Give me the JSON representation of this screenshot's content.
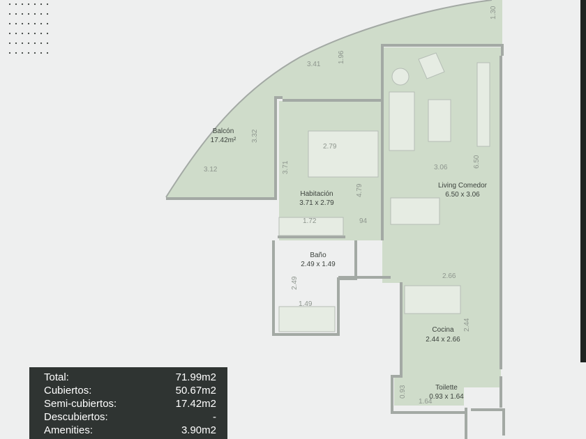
{
  "rooms": [
    {
      "id": "balcon",
      "name": "Balcón",
      "size": "17.42m²"
    },
    {
      "id": "habitacion",
      "name": "Habitación",
      "size": "3.71 x 2.79"
    },
    {
      "id": "living",
      "name": "Living Comedor",
      "size": "6.50 x 3.06"
    },
    {
      "id": "bano",
      "name": "Baño",
      "size": "2.49 x 1.49"
    },
    {
      "id": "cocina",
      "name": "Cocina",
      "size": "2.44 x 2.66"
    },
    {
      "id": "toilette",
      "name": "Toilette",
      "size": "0.93 x 1.64"
    }
  ],
  "dimensions": [
    "3.41",
    "1.96",
    "1.30",
    "3.32",
    "3.12",
    "2.79",
    "3.71",
    "4.79",
    "3.06",
    "6.50",
    "1.72",
    "94",
    "2.66",
    "2.49",
    "1.49",
    "2.44",
    "0.93",
    "1.64"
  ],
  "summary": [
    {
      "label": "Total:",
      "value": "71.99m2"
    },
    {
      "label": "Cubiertos:",
      "value": "50.67m2"
    },
    {
      "label": "Semi-cubiertos:",
      "value": "17.42m2"
    },
    {
      "label": "Descubiertos:",
      "value": "-"
    },
    {
      "label": "Amenities:",
      "value": "3.90m2"
    }
  ],
  "colors": {
    "background": "#eeefef",
    "floor": "#cfdcca",
    "wall": "#a3a9a4",
    "summary_bg": "#2f3432"
  }
}
